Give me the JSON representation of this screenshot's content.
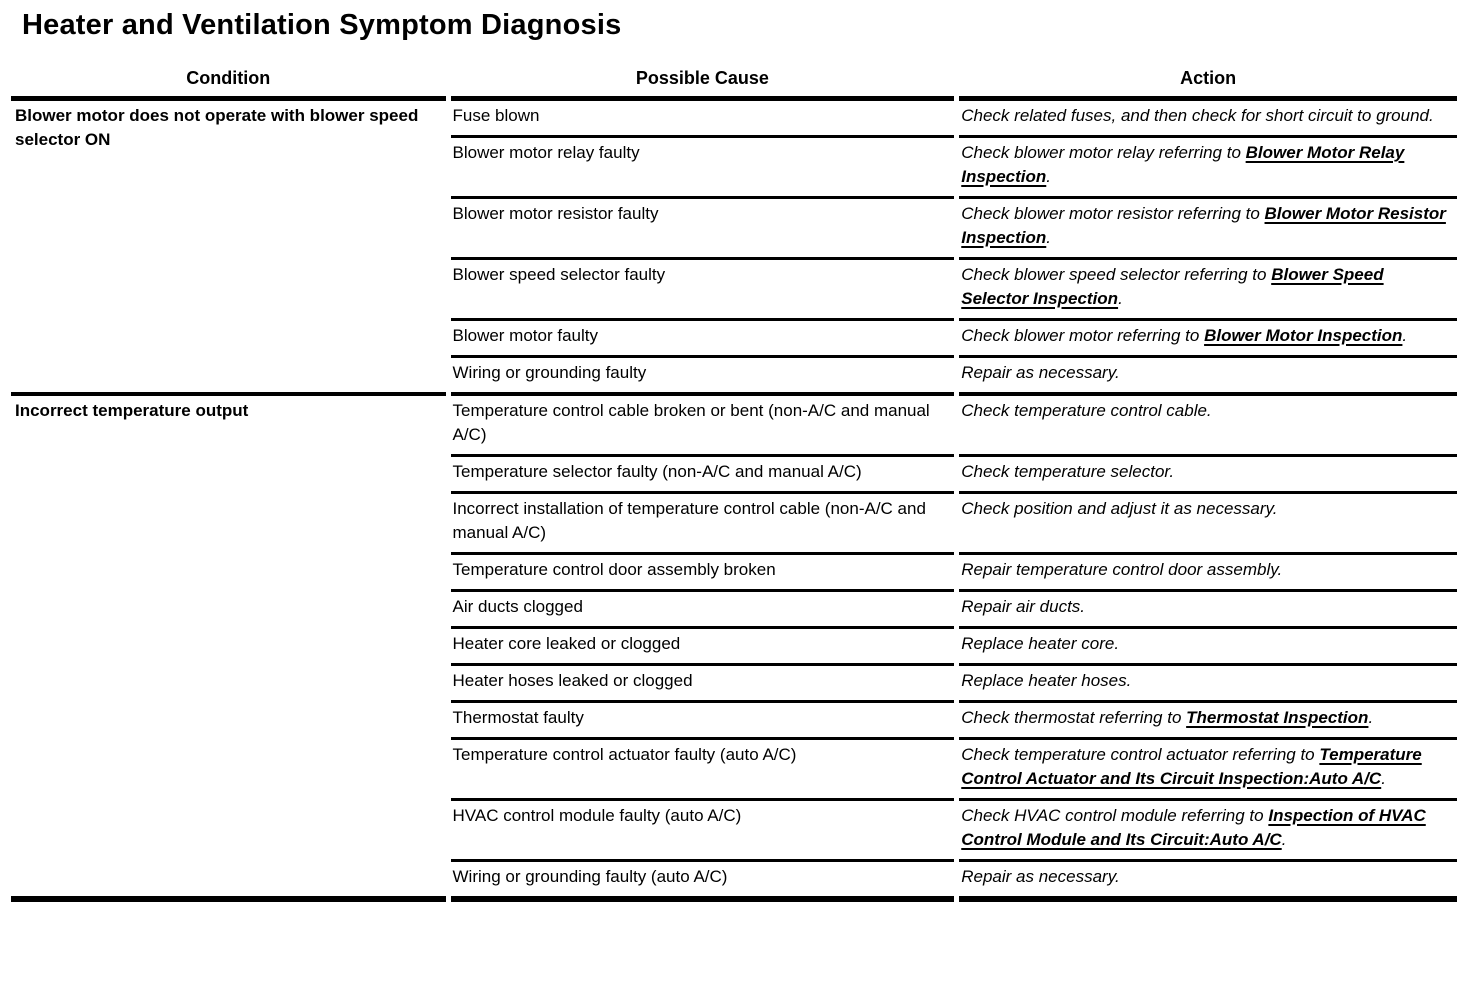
{
  "title": "Heater and Ventilation Symptom Diagnosis",
  "table": {
    "headers": [
      "Condition",
      "Possible Cause",
      "Action"
    ],
    "sections": [
      {
        "condition": "Blower motor does not operate with blower speed selector ON",
        "rows": [
          {
            "cause": "Fuse blown",
            "action": [
              {
                "text": "Check related fuses, and then check for short circuit to ground.",
                "link": false
              }
            ]
          },
          {
            "cause": "Blower motor relay faulty",
            "action": [
              {
                "text": "Check blower motor relay referring to ",
                "link": false
              },
              {
                "text": "Blower Motor Relay Inspection",
                "link": true
              },
              {
                "text": ".",
                "link": false
              }
            ]
          },
          {
            "cause": "Blower motor resistor faulty",
            "action": [
              {
                "text": "Check blower motor resistor referring to ",
                "link": false
              },
              {
                "text": "Blower Motor Resistor Inspection",
                "link": true
              },
              {
                "text": ".",
                "link": false
              }
            ]
          },
          {
            "cause": "Blower speed selector faulty",
            "action": [
              {
                "text": "Check blower speed selector referring to ",
                "link": false
              },
              {
                "text": "Blower Speed Selector Inspection",
                "link": true
              },
              {
                "text": ".",
                "link": false
              }
            ]
          },
          {
            "cause": "Blower motor faulty",
            "action": [
              {
                "text": "Check blower motor referring to ",
                "link": false
              },
              {
                "text": "Blower Motor Inspection",
                "link": true
              },
              {
                "text": ".",
                "link": false
              }
            ]
          },
          {
            "cause": "Wiring or grounding faulty",
            "action": [
              {
                "text": "Repair as necessary.",
                "link": false
              }
            ]
          }
        ]
      },
      {
        "condition": "Incorrect temperature output",
        "rows": [
          {
            "cause": "Temperature control cable broken or bent (non-A/C and manual A/C)",
            "action": [
              {
                "text": "Check temperature control cable.",
                "link": false
              }
            ]
          },
          {
            "cause": "Temperature selector faulty (non-A/C and manual A/C)",
            "action": [
              {
                "text": "Check temperature selector.",
                "link": false
              }
            ]
          },
          {
            "cause": "Incorrect installation of temperature control cable (non-A/C and manual A/C)",
            "action": [
              {
                "text": "Check position and adjust it as necessary.",
                "link": false
              }
            ]
          },
          {
            "cause": "Temperature control door assembly broken",
            "action": [
              {
                "text": "Repair temperature control door assembly.",
                "link": false
              }
            ]
          },
          {
            "cause": "Air ducts clogged",
            "action": [
              {
                "text": "Repair air ducts.",
                "link": false
              }
            ]
          },
          {
            "cause": "Heater core leaked or clogged",
            "action": [
              {
                "text": "Replace heater core.",
                "link": false
              }
            ]
          },
          {
            "cause": "Heater hoses leaked or clogged",
            "action": [
              {
                "text": "Replace heater hoses.",
                "link": false
              }
            ]
          },
          {
            "cause": "Thermostat faulty",
            "action": [
              {
                "text": "Check thermostat referring to ",
                "link": false
              },
              {
                "text": "Thermostat Inspection",
                "link": true
              },
              {
                "text": ".",
                "link": false
              }
            ]
          },
          {
            "cause": "Temperature control actuator faulty (auto A/C)",
            "action": [
              {
                "text": "Check temperature control actuator referring to ",
                "link": false
              },
              {
                "text": "Temperature Control Actuator and Its Circuit Inspection:Auto A/C",
                "link": true
              },
              {
                "text": ".",
                "link": false
              }
            ]
          },
          {
            "cause": "HVAC control module faulty (auto A/C)",
            "action": [
              {
                "text": "Check HVAC control module referring to ",
                "link": false
              },
              {
                "text": "Inspection of HVAC Control Module and Its Circuit:Auto A/C",
                "link": true
              },
              {
                "text": ".",
                "link": false
              }
            ]
          },
          {
            "cause": "Wiring or grounding faulty (auto A/C)",
            "action": [
              {
                "text": "Repair as necessary.",
                "link": false
              }
            ]
          }
        ]
      }
    ]
  }
}
